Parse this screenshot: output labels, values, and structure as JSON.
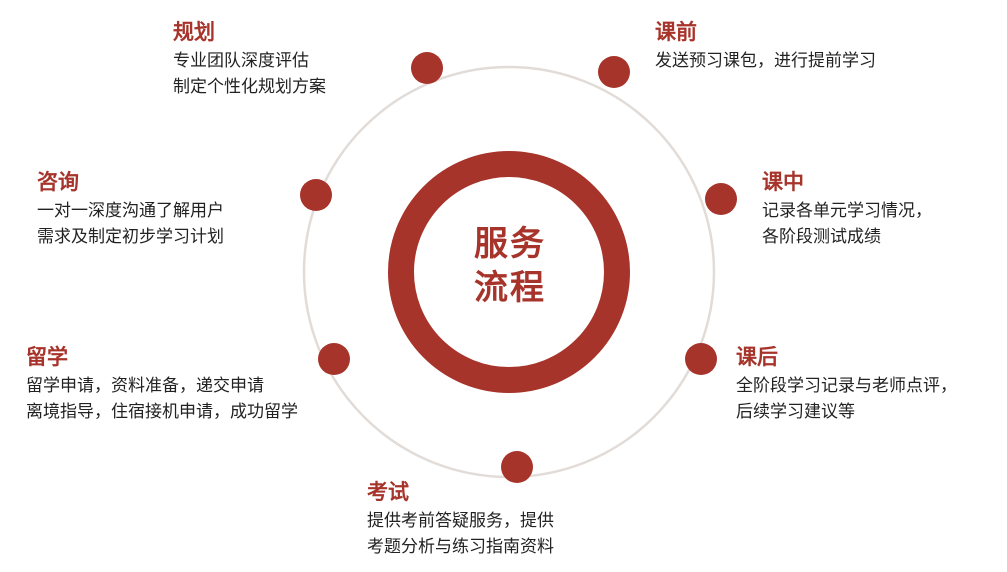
{
  "center": {
    "line1": "服务",
    "line2": "流程"
  },
  "colors": {
    "accent": "#a7342b",
    "ring": "#a7342b",
    "orbit": "#e2dcd8",
    "text": "#222222"
  },
  "steps": [
    {
      "title": "规划",
      "desc1": "专业团队深度评估",
      "desc2": "制定个性化规划方案"
    },
    {
      "title": "课前",
      "desc1": "发送预习课包，进行提前学习",
      "desc2": ""
    },
    {
      "title": "课中",
      "desc1": "记录各单元学习情况，",
      "desc2": "各阶段测试成绩"
    },
    {
      "title": "课后",
      "desc1": "全阶段学习记录与老师点评，",
      "desc2": "后续学习建议等"
    },
    {
      "title": "考试",
      "desc1": "提供考前答疑服务，提供",
      "desc2": "考题分析与练习指南资料"
    },
    {
      "title": "留学",
      "desc1": "留学申请，资料准备，递交申请",
      "desc2": "离境指导，住宿接机申请，成功留学"
    },
    {
      "title": "咨询",
      "desc1": "一对一深度沟通了解用户",
      "desc2": "需求及制定初步学习计划"
    }
  ]
}
